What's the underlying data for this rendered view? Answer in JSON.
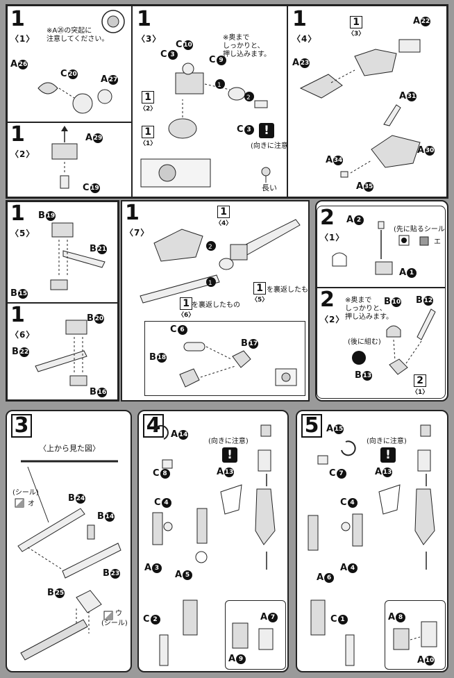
{
  "steps": {
    "s1_1": {
      "num": "1",
      "sub": "〈1〉",
      "note": "※A㉖の突起に\n注意してください。",
      "labels": [
        "A",
        "C",
        "A"
      ],
      "marks": [
        "26",
        "20",
        "27"
      ]
    },
    "s1_2": {
      "num": "1",
      "sub": "〈2〉",
      "labels": [
        "A",
        "C"
      ],
      "marks": [
        "29",
        "19"
      ]
    },
    "s1_3": {
      "num": "1",
      "sub": "〈3〉",
      "note": "※奥まで\nしっかりと、\n押し込みます。",
      "caution": "(向きに注意)",
      "long": "長い",
      "refs": [
        {
          "n": "1",
          "s": "〈2〉"
        },
        {
          "n": "1",
          "s": "〈1〉"
        }
      ],
      "labels": [
        "C",
        "C",
        "C",
        "C"
      ],
      "marks": [
        "3",
        "10",
        "9",
        "3"
      ]
    },
    "s1_4": {
      "num": "1",
      "sub": "〈4〉",
      "ref": {
        "n": "1",
        "s": "〈3〉"
      },
      "labels": [
        "A",
        "A",
        "A",
        "A",
        "A",
        "A"
      ],
      "marks": [
        "22",
        "23",
        "31",
        "30",
        "34",
        "35"
      ]
    },
    "s1_5": {
      "num": "1",
      "sub": "〈5〉",
      "labels": [
        "B",
        "B",
        "B"
      ],
      "marks": [
        "19",
        "21",
        "15"
      ]
    },
    "s1_6": {
      "num": "1",
      "sub": "〈6〉",
      "labels": [
        "B",
        "B",
        "B"
      ],
      "marks": [
        "20",
        "22",
        "16"
      ]
    },
    "s1_7": {
      "num": "1",
      "sub": "〈7〉",
      "refs": [
        {
          "n": "1",
          "s": "〈4〉"
        },
        {
          "n": "1",
          "s": "〈6〉"
        },
        {
          "n": "1",
          "s": "〈5〉"
        }
      ],
      "rev6": "を裏返したもの",
      "rev5": "を裏返したもの",
      "labels": [
        "C",
        "B",
        "B"
      ],
      "marks": [
        "6",
        "17",
        "18"
      ]
    },
    "s2_1": {
      "num": "2",
      "sub": "〈1〉",
      "seal": "(先に貼るシール)",
      "seal_letter": "エ",
      "labels": [
        "A",
        "A"
      ],
      "marks": [
        "2",
        "1"
      ]
    },
    "s2_2": {
      "num": "2",
      "sub": "〈2〉",
      "note": "※奥まで\nしっかりと、\n押し込みます。",
      "after": "(後に組む)",
      "ref": {
        "n": "2",
        "s": "〈1〉"
      },
      "labels": [
        "B",
        "B",
        "B"
      ],
      "marks": [
        "10",
        "12",
        "13"
      ]
    },
    "s3": {
      "num": "3",
      "view": "〈上から見た図〉",
      "seal": "(シール)",
      "seal_letter": "オ",
      "seal2": "(シール)",
      "seal2_letter": "ウ",
      "labels": [
        "B",
        "B",
        "B",
        "B"
      ],
      "marks": [
        "24",
        "14",
        "23",
        "25"
      ]
    },
    "s4": {
      "num": "4",
      "caution": "(向きに注意)",
      "labels": [
        "A",
        "C",
        "A",
        "C",
        "A",
        "A",
        "C",
        "A",
        "A"
      ],
      "marks": [
        "14",
        "8",
        "13",
        "4",
        "3",
        "5",
        "2",
        "7",
        "9"
      ]
    },
    "s5": {
      "num": "5",
      "caution": "(向きに注意)",
      "labels": [
        "A",
        "C",
        "A",
        "C",
        "A",
        "A",
        "C",
        "A",
        "A"
      ],
      "marks": [
        "15",
        "7",
        "13",
        "4",
        "6",
        "4",
        "1",
        "8",
        "10"
      ]
    }
  },
  "warning_symbol": "!"
}
